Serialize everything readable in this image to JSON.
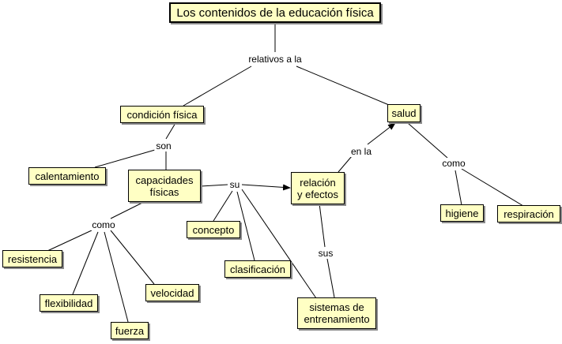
{
  "map": {
    "title": "Los contenidos de la educación física",
    "nodes": {
      "condicion": "condición física",
      "salud": "salud",
      "calentamiento": "calentamiento",
      "capacidades": "capacidades\nfísicas",
      "relacion": "relación\ny efectos",
      "higiene": "higiene",
      "respiracion": "respiración",
      "concepto": "concepto",
      "clasificacion": "clasificación",
      "resistencia": "resistencia",
      "flexibilidad": "flexibilidad",
      "velocidad": "velocidad",
      "fuerza": "fuerza",
      "sistemas": "sistemas de\nentrenamiento"
    },
    "links": {
      "relativos": "relativos a la",
      "son": "son",
      "su": "su",
      "en_la": "en la",
      "como_salud": "como",
      "como_cap": "como",
      "sus": "sus"
    }
  }
}
